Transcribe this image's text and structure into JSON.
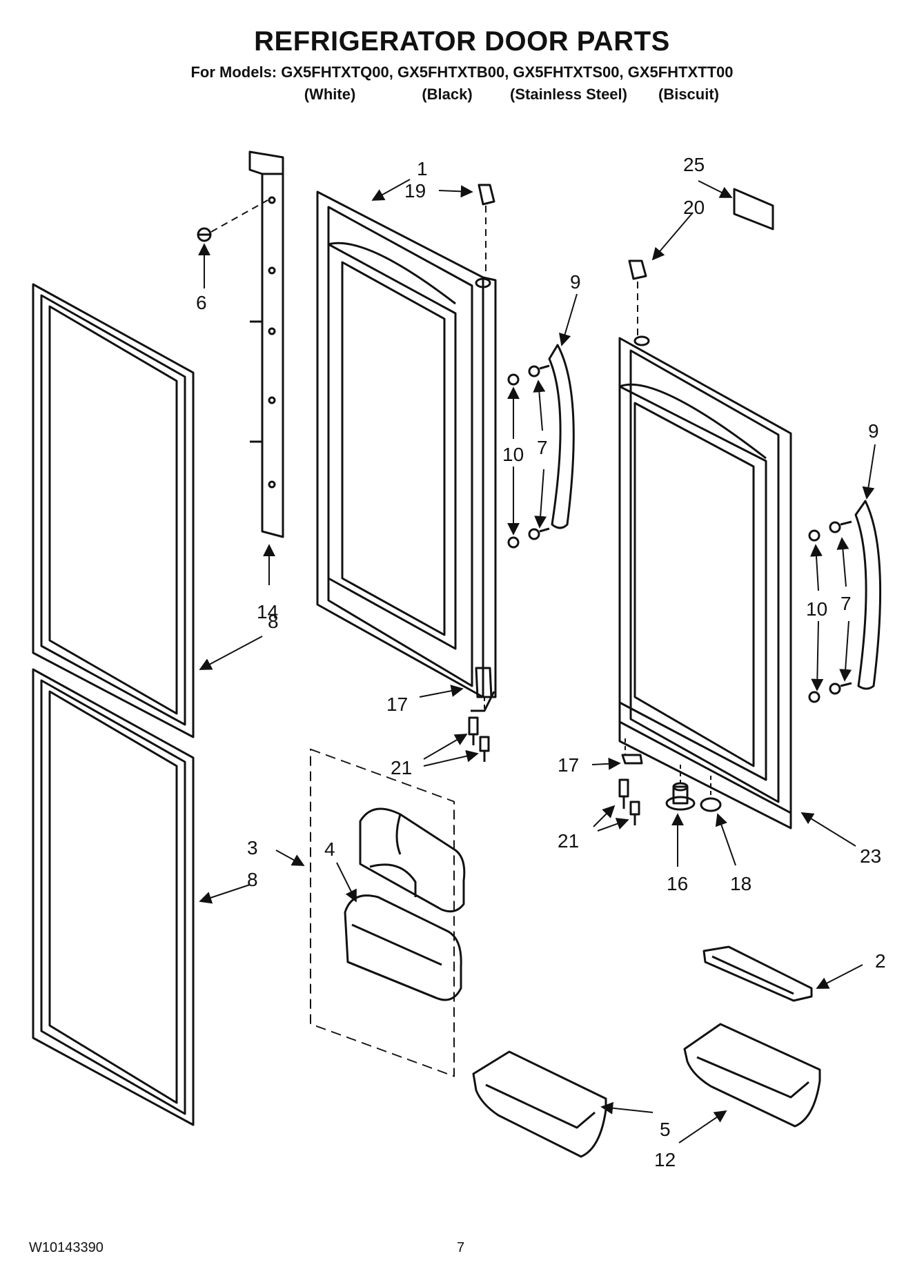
{
  "header": {
    "title": "REFRIGERATOR DOOR PARTS",
    "models_line": "For Models: GX5FHTXTQ00, GX5FHTXTB00, GX5FHTXTS00, GX5FHTXTT00",
    "colors": [
      "(White)",
      "(Black)",
      "(Stainless Steel)",
      "(Biscuit)"
    ]
  },
  "callouts": {
    "c1": "1",
    "c2": "2",
    "c3": "3",
    "c4": "4",
    "c5": "5",
    "c6": "6",
    "c7a": "7",
    "c7b": "7",
    "c8a": "8",
    "c8b": "8",
    "c9a": "9",
    "c9b": "9",
    "c10a": "10",
    "c10b": "10",
    "c12": "12",
    "c14": "14",
    "c16": "16",
    "c17a": "17",
    "c17b": "17",
    "c18": "18",
    "c19": "19",
    "c20": "20",
    "c21a": "21",
    "c21b": "21",
    "c23": "23",
    "c25": "25"
  },
  "footer": {
    "doc_number": "W10143390",
    "page_number": "7"
  }
}
